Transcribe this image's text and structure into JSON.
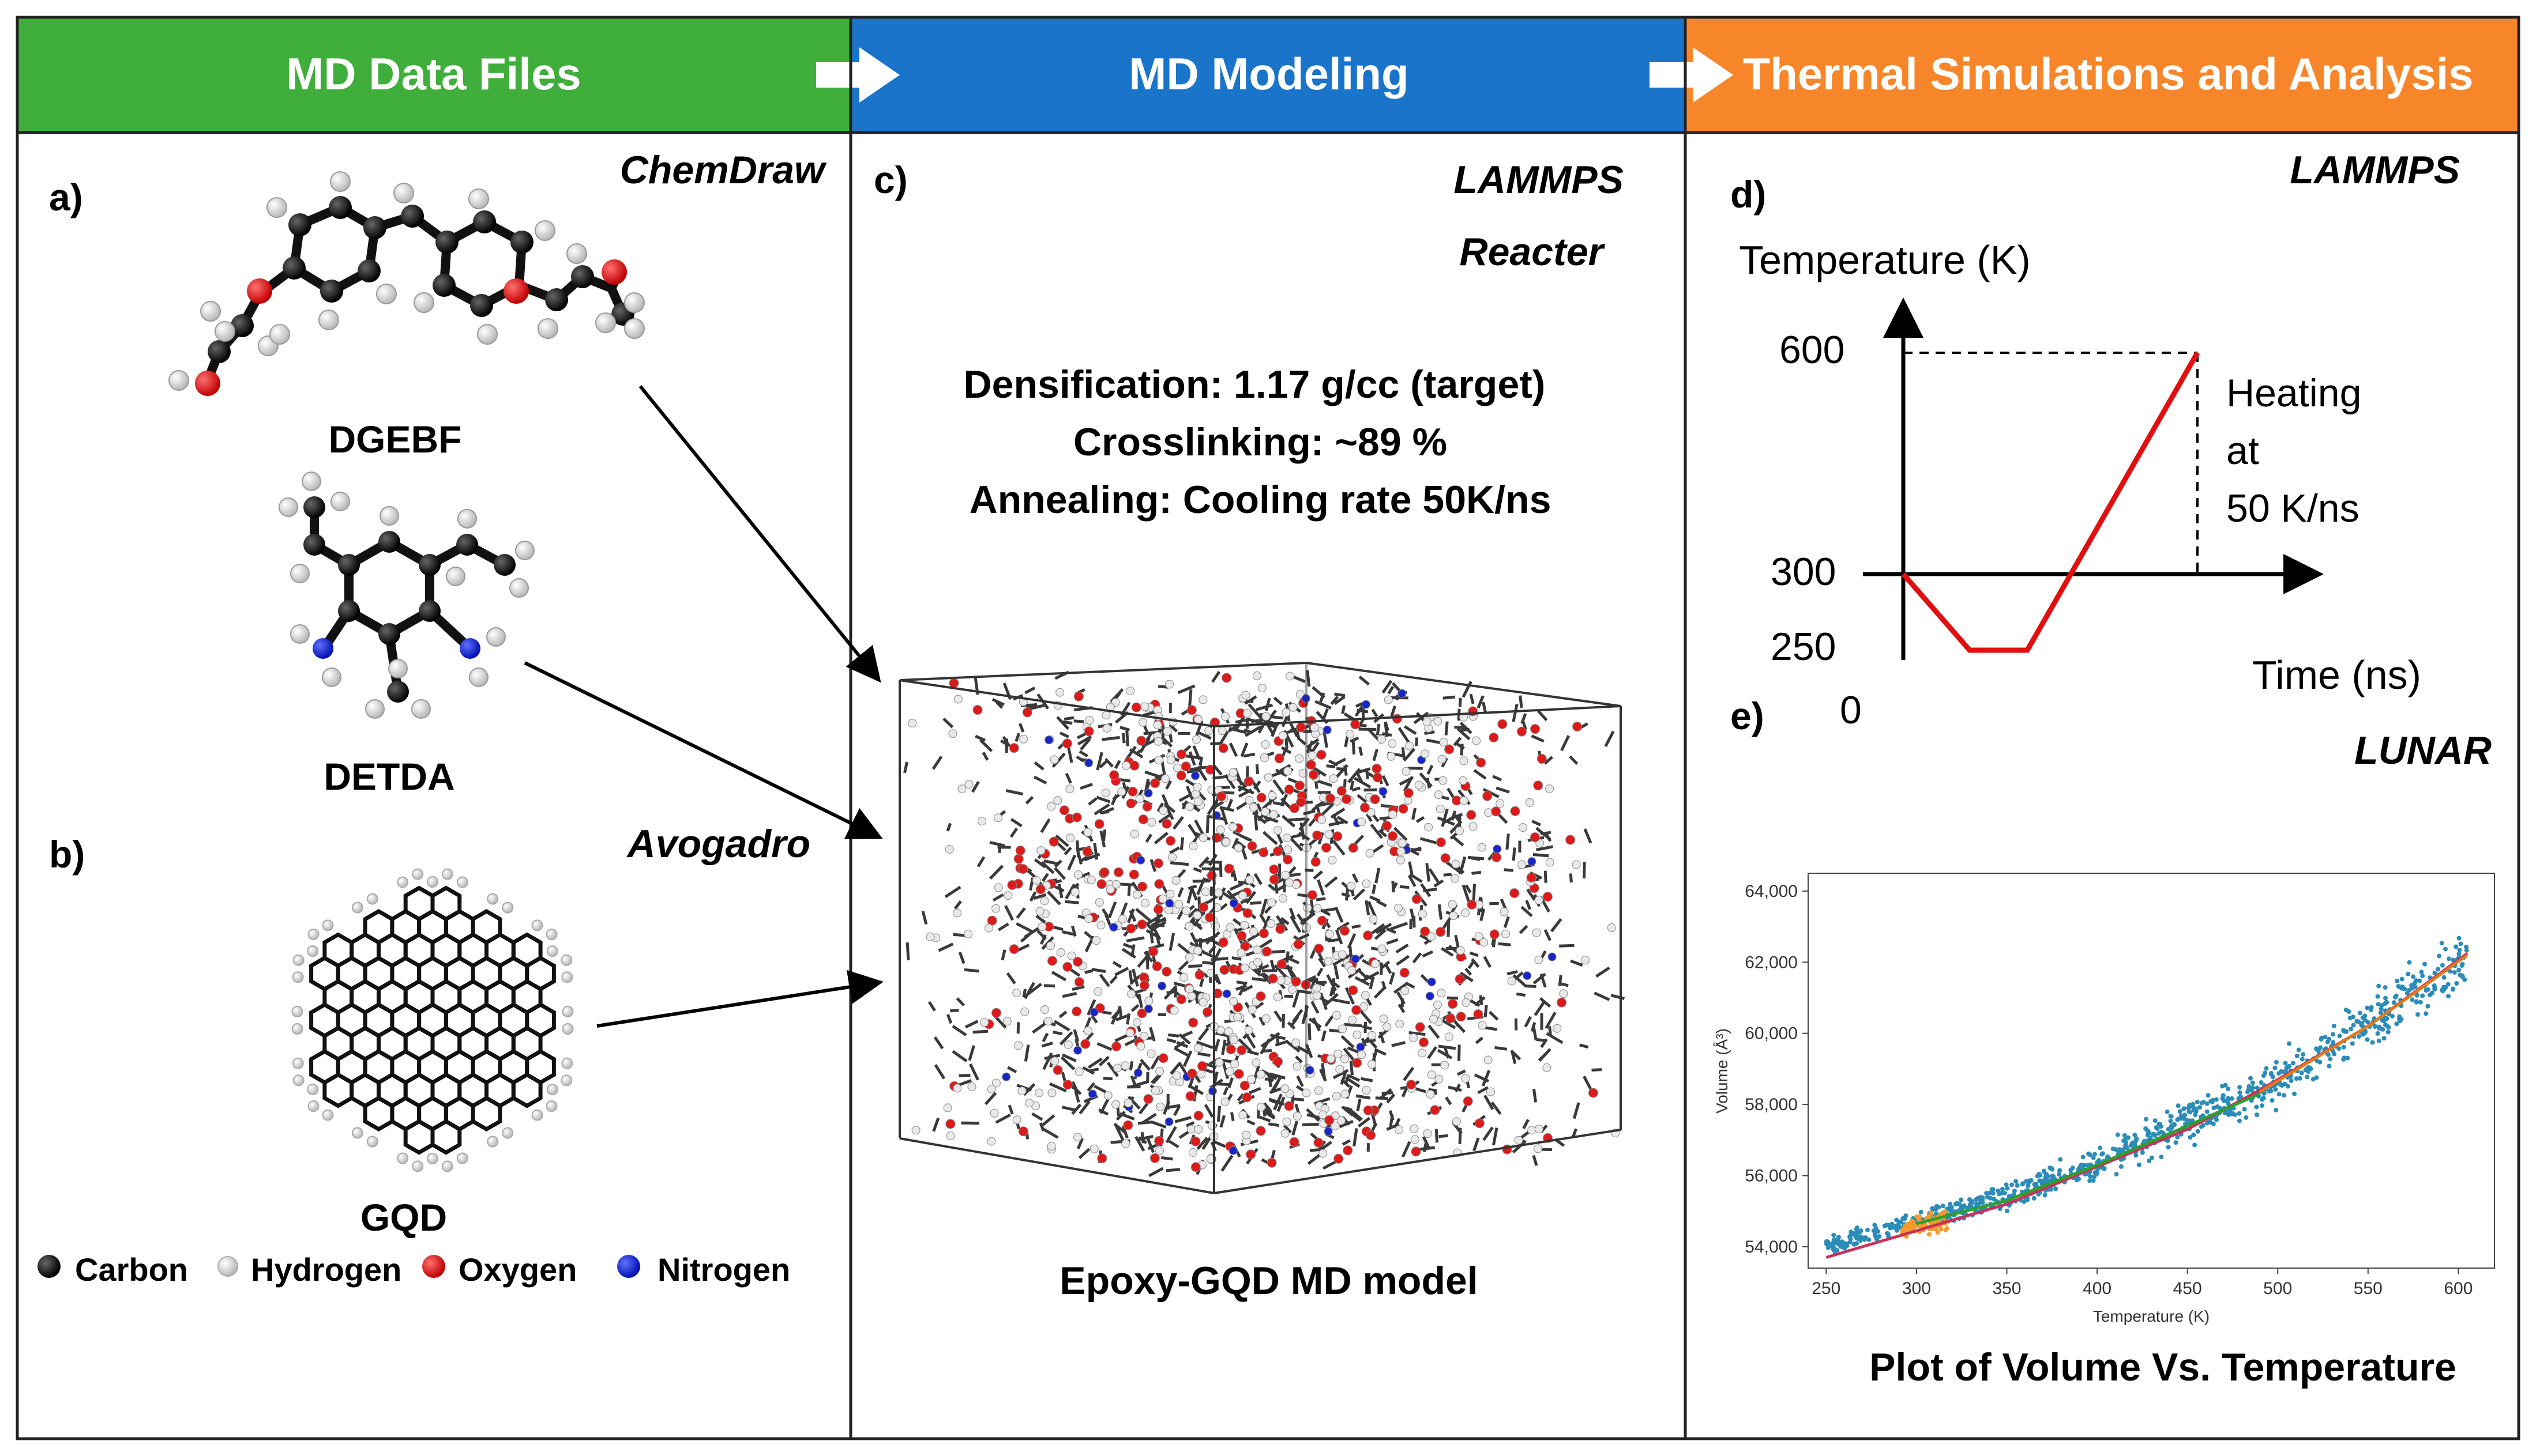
{
  "header": {
    "col1_title": "MD Data Files",
    "col2_title": "MD Modeling",
    "col3_title": "Thermal Simulations and Analysis",
    "colors": {
      "green": "#3fae3a",
      "blue": "#1a74c9",
      "orange": "#f7862a"
    }
  },
  "panel_a": {
    "letter": "a)",
    "software": "ChemDraw",
    "molecule1": "DGEBF",
    "molecule2": "DETDA"
  },
  "panel_b": {
    "letter": "b)",
    "software": "Avogadro",
    "molecule": "GQD"
  },
  "legend": {
    "carbon": "Carbon",
    "hydrogen": "Hydrogen",
    "oxygen": "Oxygen",
    "nitrogen": "Nitrogen",
    "colors": {
      "carbon": "#111111",
      "hydrogen": "#e8e8e8",
      "oxygen": "#e01010",
      "nitrogen": "#1020d0"
    }
  },
  "panel_c": {
    "letter": "c)",
    "software1": "LAMMPS",
    "software2": "Reacter",
    "line1": "Densification: 1.17 g/cc (target)",
    "line2": "Crosslinking: ~89 %",
    "line3": "Annealing: Cooling rate 50K/ns",
    "model_caption": "Epoxy-GQD MD model"
  },
  "panel_d": {
    "letter": "d)",
    "software": "LAMMPS",
    "y_axis_label": "Temperature (K)",
    "x_axis_label": "Time (ns)",
    "tick_600": "600",
    "tick_300": "300",
    "tick_250": "250",
    "tick_0": "0",
    "heating1": "Heating",
    "heating2": "at",
    "heating3": "50 K/ns",
    "profile_color": "#e01010"
  },
  "panel_e": {
    "letter": "e)",
    "software": "LUNAR",
    "caption": "Plot of Volume Vs. Temperature",
    "chart_data": {
      "type": "scatter",
      "xlabel": "Temperature (K)",
      "ylabel": "Volume (Å³)",
      "xlim": [
        240,
        620
      ],
      "ylim": [
        53400,
        64500
      ],
      "xticks": [
        250,
        300,
        350,
        400,
        450,
        500,
        550,
        600
      ],
      "yticks": [
        54000,
        56000,
        58000,
        60000,
        62000,
        64000
      ],
      "xtick_labels": [
        "250",
        "300",
        "350",
        "400",
        "450",
        "500",
        "550",
        "600"
      ],
      "ytick_labels": [
        "54,000",
        "56,000",
        "58,000",
        "60,000",
        "62,000",
        "64,000"
      ],
      "series": [
        {
          "kind": "scatter",
          "color": "#2b8cb8",
          "x_range": [
            250,
            605
          ],
          "trend": [
            [
              250,
              54000
            ],
            [
              300,
              54700
            ],
            [
              350,
              55400
            ],
            [
              400,
              56350
            ],
            [
              450,
              57500
            ],
            [
              490,
              58400
            ],
            [
              550,
              60300
            ],
            [
              605,
              62100
            ]
          ]
        },
        {
          "kind": "scatter",
          "color": "#f39a2a",
          "x_range": [
            292,
            318
          ],
          "trend": [
            [
              292,
              54500
            ],
            [
              318,
              54750
            ]
          ]
        },
        {
          "kind": "line",
          "color": "#c8325a",
          "x": [
            250,
            350,
            450,
            490,
            550,
            605
          ],
          "y": [
            53700,
            55200,
            57300,
            58400,
            60200,
            62250
          ]
        },
        {
          "kind": "line",
          "color": "#2ca02c",
          "x": [
            300,
            350,
            400,
            450,
            490
          ],
          "y": [
            54650,
            55300,
            56300,
            57400,
            58300
          ]
        },
        {
          "kind": "line",
          "color": "#e07a1a",
          "x": [
            490,
            550,
            605
          ],
          "y": [
            58350,
            60200,
            62200
          ]
        }
      ]
    }
  }
}
